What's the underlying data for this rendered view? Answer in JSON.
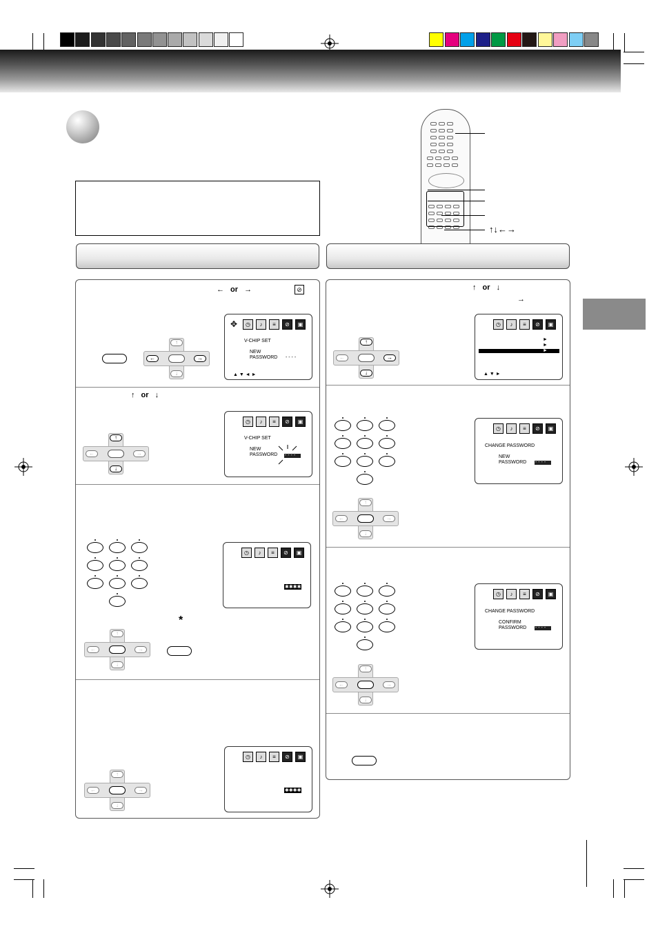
{
  "registration": {
    "grayscale": [
      "#000000",
      "#1c1c1c",
      "#333333",
      "#4a4a4a",
      "#626262",
      "#7a7a7a",
      "#929292",
      "#aaaaaa",
      "#c2c2c2",
      "#dadada",
      "#f0f0f0",
      "#ffffff"
    ],
    "colors": [
      "#ffff00",
      "#e5007e",
      "#00a0e9",
      "#1d2088",
      "#009944",
      "#e60012",
      "#231815",
      "#fff799",
      "#f19ec2",
      "#7ecef4",
      "#888888"
    ]
  },
  "icons": {
    "screen_menu_icons": [
      "clock-icon",
      "picture-icon",
      "caption-icon",
      "vchip-icon",
      "setup-icon"
    ],
    "remote": "remote-control-icon",
    "ok_button": "ok-button-icon",
    "number_keys": "number-keypad-icon"
  },
  "remote_arrows": "↑↓←→",
  "left_panel": {
    "step1": {
      "arrows_text": "← or →",
      "screen": {
        "line1": "V-CHIP  SET",
        "line2": "NEW",
        "line3": "PASSWORD",
        "dashes": "- - - -",
        "nav": "▲ ▼ ◄ ►"
      }
    },
    "step2": {
      "arrows_text": "↑ or ↓",
      "screen": {
        "line1": "V-CHIP  SET",
        "line2": "NEW",
        "line3": "PASSWORD",
        "stars": "- - - -"
      }
    },
    "step3": {
      "star_symbol": "*",
      "screen": {
        "stars": "✱✱✱✱"
      }
    },
    "step4": {
      "screen": {
        "stars": "✱✱✱✱"
      }
    }
  },
  "right_panel": {
    "step1": {
      "arrows_text": "↑ or ↓",
      "arrow_right": "→",
      "screen": {
        "markers": [
          "►",
          "►",
          "►"
        ],
        "nav": "▲ ▼ ►"
      }
    },
    "step2": {
      "screen": {
        "line1": "CHANGE  PASSWORD",
        "line2": "NEW",
        "line3": "PASSWORD",
        "stars": "- - - -"
      }
    },
    "step3": {
      "screen": {
        "line1": "CHANGE  PASSWORD",
        "line2": "CONFIRM",
        "line3": "PASSWORD",
        "stars": "- - - -"
      }
    }
  }
}
